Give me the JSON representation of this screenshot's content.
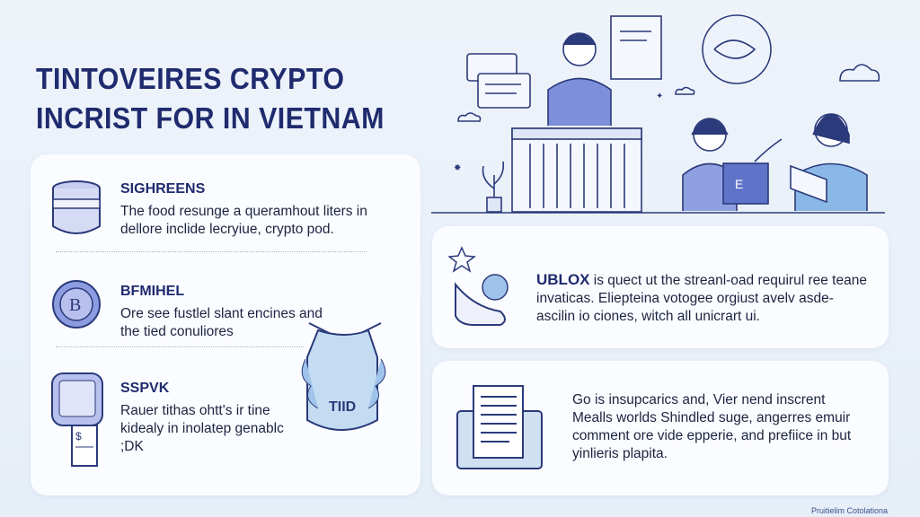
{
  "title": {
    "line1": "TINTOVEIRES CRYPTO",
    "line2": "INCRIST FOR IN VIETNAM"
  },
  "left_items": [
    {
      "heading": "SIGHREENS",
      "text": "The food resunge a queramhout liters in dellore inclide lecryiue, crypto pod.",
      "icon": "jar-icon"
    },
    {
      "heading": "BFMIHEL",
      "text": "Ore see fustlel slant encines and the tied conuliores",
      "icon": "bitcoin-coin-icon"
    },
    {
      "heading": "SSPVK",
      "text": "Rauer tithas ohtt's ir tine kidealy in inolatep genablc ;DK",
      "icon": "device-receipt-icon"
    }
  ],
  "right_cards": [
    {
      "lead": "UBLOX",
      "text": " is quect ut the streanl-oad requirul ree teane invaticas. Eliepteina votogee orgiust avelv asde-ascilin io ciones, witch all unicrart ui.",
      "icon": "star-badge-icon"
    },
    {
      "text": "Go is insupcarics and, Vier nend inscrent Mealls worlds Shindled suge, angerres emuir comment ore vide epperie, and prefiice in but yinlieris plapita.",
      "icon": "document-icon"
    }
  ],
  "bag_label": "TIID",
  "footer": "Pruitielim Cotolationa"
}
